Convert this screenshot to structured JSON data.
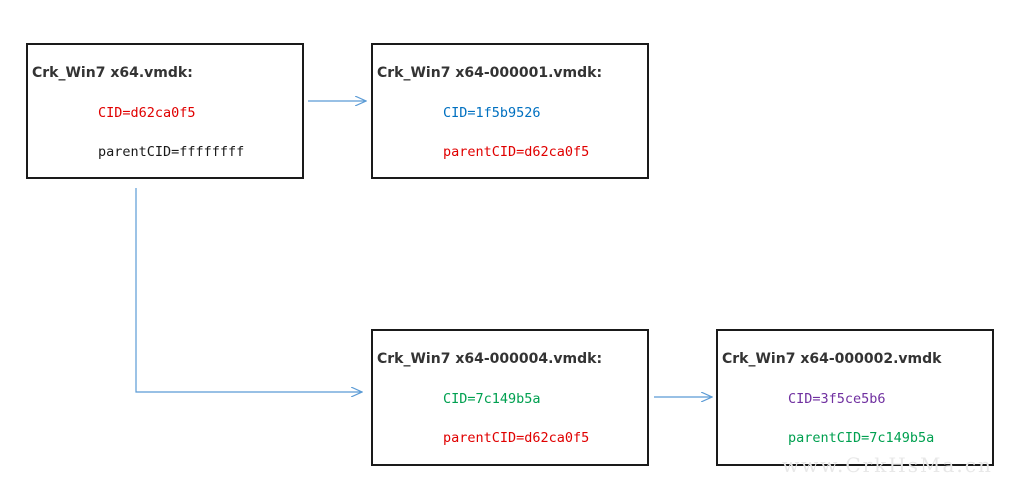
{
  "colors": {
    "red": "#e00000",
    "blue": "#0070c0",
    "green": "#00a050",
    "purple": "#7030a0",
    "black": "#1a1a1a",
    "arrow": "#5b9bd5"
  },
  "nodes": [
    {
      "file": "Crk_Win7 x64.vmdk:",
      "cid": "CID=d62ca0f5",
      "parent": "parentCID=ffffffff",
      "cid_color": "red",
      "parent_color": "black"
    },
    {
      "file": "Crk_Win7 x64-000001.vmdk:",
      "cid": "CID=1f5b9526",
      "parent": "parentCID=d62ca0f5",
      "cid_color": "blue",
      "parent_color": "red"
    },
    {
      "file": "Crk_Win7 x64-000004.vmdk:",
      "cid": "CID=7c149b5a",
      "parent": "parentCID=d62ca0f5",
      "cid_color": "green",
      "parent_color": "red"
    },
    {
      "file": "Crk_Win7 x64-000002.vmdk",
      "cid": "CID=3f5ce5b6",
      "parent": "parentCID=7c149b5a",
      "cid_color": "purple",
      "parent_color": "green"
    }
  ],
  "edges": [
    {
      "from": 0,
      "to": 1
    },
    {
      "from": 0,
      "to": 2
    },
    {
      "from": 2,
      "to": 3
    }
  ],
  "watermark": "www.CrkHsMa.cn"
}
